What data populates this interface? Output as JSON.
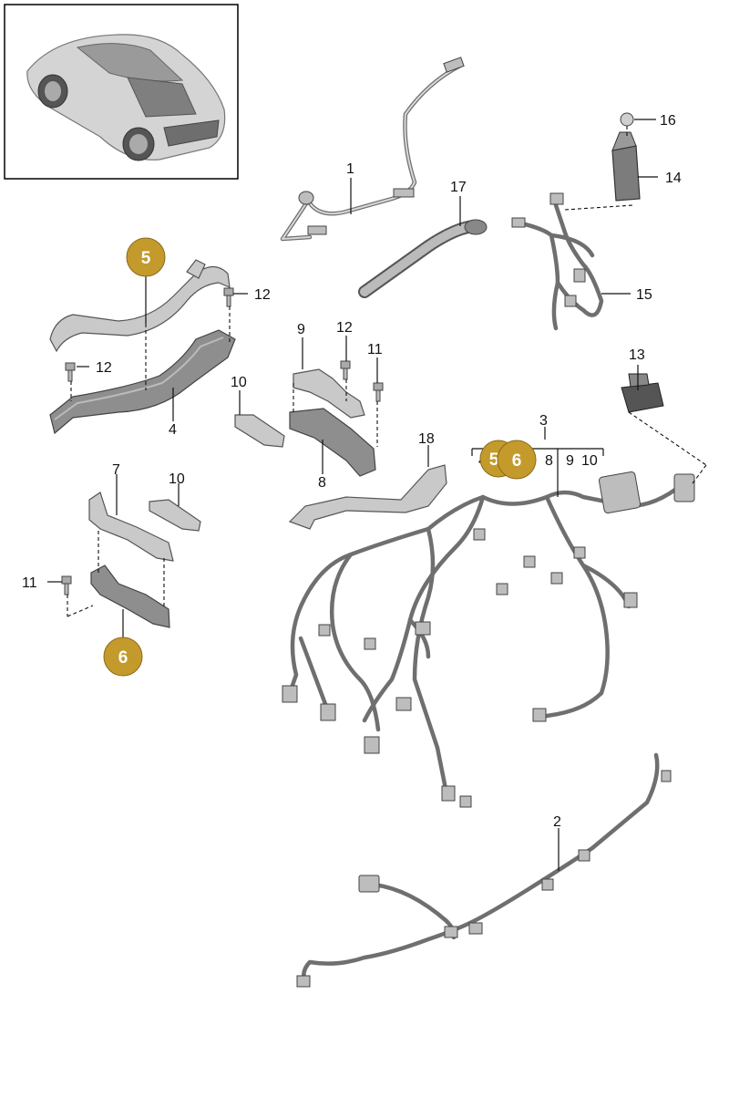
{
  "badge_color": "#c49a2c",
  "labels": {
    "p1": "1",
    "p2": "2",
    "p3": "3",
    "p4": "4",
    "p7": "7",
    "p8": "8",
    "p9": "9",
    "p10a": "10",
    "p10b": "10",
    "p11a": "11",
    "p11b": "11",
    "p12a": "12",
    "p12b": "12",
    "p12c": "12",
    "p13": "13",
    "p14": "14",
    "p15": "15",
    "p16": "16",
    "p17": "17",
    "p18": "18",
    "g8": "8",
    "g9": "9",
    "g10": "10",
    "g4": "4"
  },
  "badges": {
    "b5a": "5",
    "b6a": "6",
    "b6b": "6",
    "b5b": "5"
  }
}
